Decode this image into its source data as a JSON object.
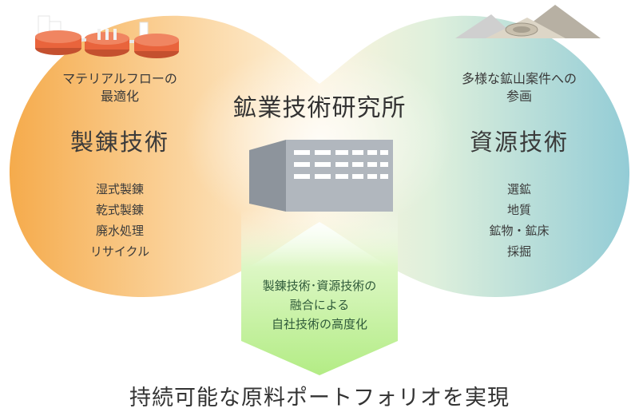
{
  "center": {
    "title": "鉱業技術研究所"
  },
  "left": {
    "subtitle": [
      "マテリアルフローの",
      "最適化"
    ],
    "title": "製錬技術",
    "items": [
      "湿式製錬",
      "乾式製錬",
      "廃水処理",
      "リサイクル"
    ]
  },
  "right": {
    "subtitle": [
      "多様な鉱山案件への",
      "参画"
    ],
    "title": "資源技術",
    "items": [
      "選鉱",
      "地質",
      "鉱物・鉱床",
      "採掘"
    ]
  },
  "fusion": {
    "lines": [
      "製錬技術･資源技術の",
      "融合による",
      "自社技術の高度化"
    ]
  },
  "bottom": {
    "text": "持続可能な原料ポートフォリオを実現"
  },
  "colors": {
    "left_accent": "#f3a94e",
    "right_accent": "#9fd1d6",
    "arrow": "#b8ee8a",
    "building": "#a9b0b8"
  },
  "icons": {
    "left": "smelting-tanks-icon",
    "right": "mine-mountain-icon",
    "center": "research-building-icon"
  }
}
